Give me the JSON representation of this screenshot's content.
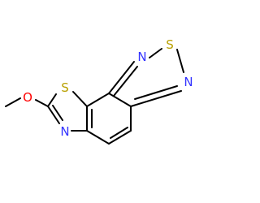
{
  "molecule": {
    "atoms": {
      "n_top": "N",
      "s_thiadiazole": "S",
      "n_right": "N",
      "s_thiazole": "S",
      "o_methoxy": "O",
      "n_thiazole": "N"
    }
  },
  "colors": {
    "bond": "#000000",
    "nitrogen": "#3333ff",
    "sulfur": "#b8a000",
    "oxygen": "#ff0000"
  }
}
